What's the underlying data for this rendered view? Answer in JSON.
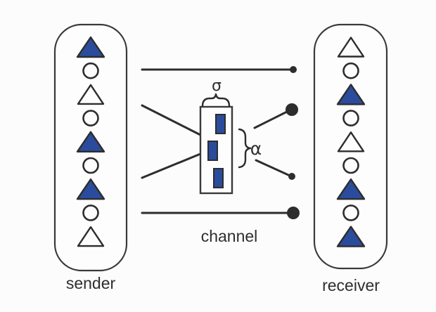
{
  "sender": {
    "label": "sender",
    "symbols": [
      "filled-triangle",
      "circle",
      "open-triangle",
      "circle",
      "filled-triangle",
      "circle",
      "filled-triangle",
      "circle",
      "open-triangle"
    ]
  },
  "receiver": {
    "label": "receiver",
    "symbols": [
      "open-triangle",
      "circle",
      "filled-triangle",
      "circle",
      "open-triangle",
      "circle",
      "filled-triangle",
      "circle",
      "filled-triangle"
    ]
  },
  "channel": {
    "label": "channel",
    "sigma_label": "σ",
    "alpha_label": "α",
    "noise_bars": [
      "right",
      "left",
      "center"
    ],
    "paths": [
      {
        "kind": "direct",
        "endpoint": "small-dot"
      },
      {
        "kind": "through-box",
        "endpoint": "large-dot"
      },
      {
        "kind": "through-box",
        "endpoint": "small-dot"
      },
      {
        "kind": "direct",
        "endpoint": "large-dot"
      }
    ]
  },
  "colors": {
    "symbol_fill": "#2b4c9c",
    "outline": "#2d2d2d",
    "background": "#fcfcfc"
  }
}
